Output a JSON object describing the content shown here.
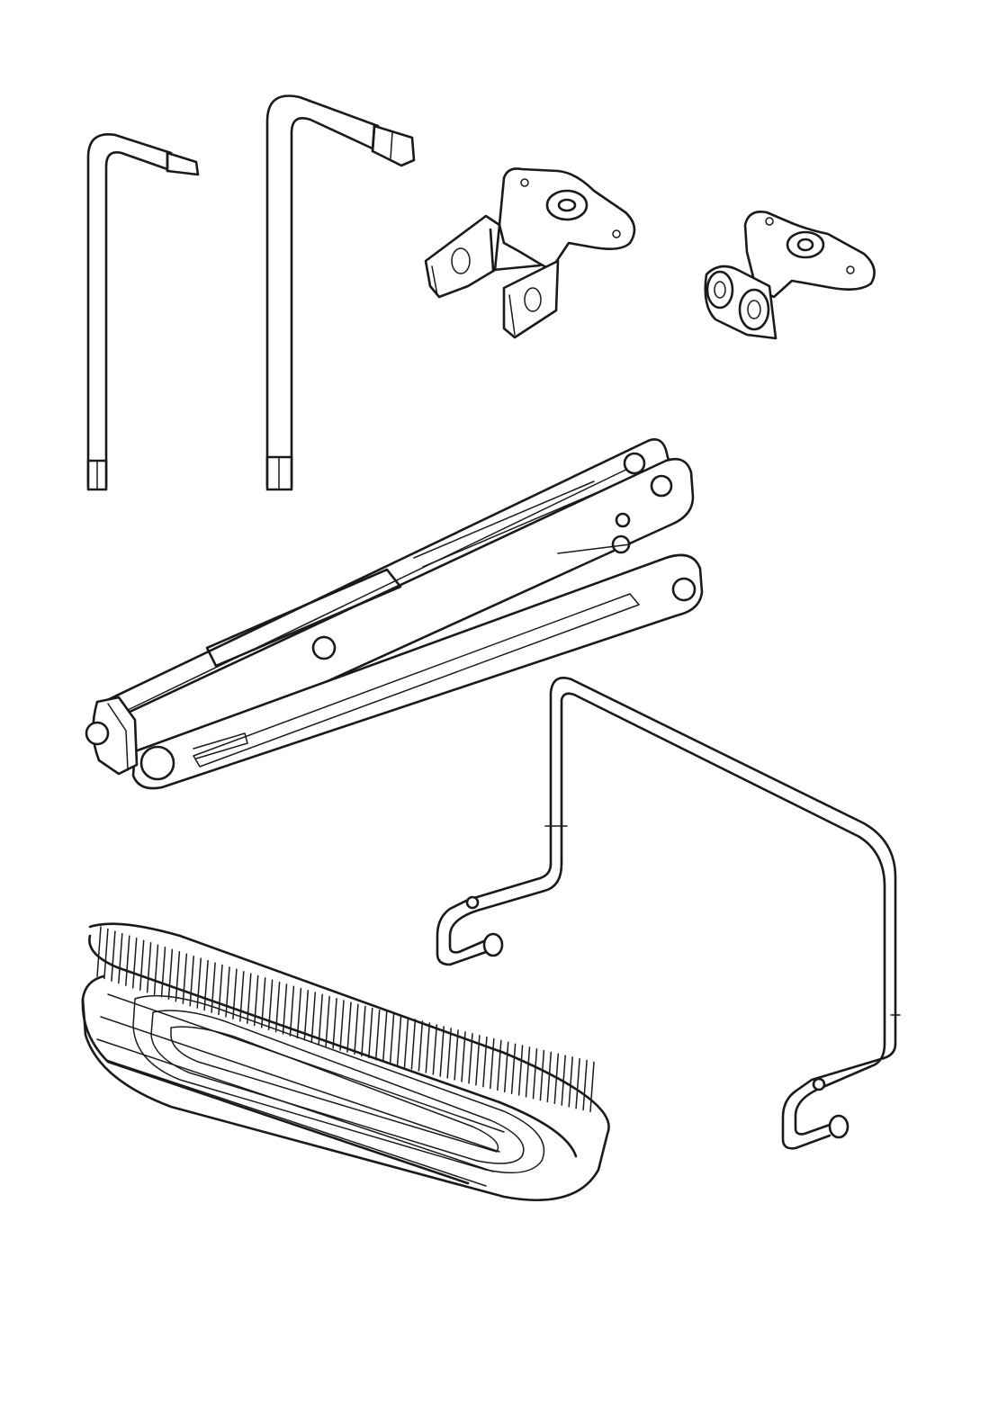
{
  "drawing": {
    "parts": [
      {
        "id": "hex-key-small",
        "icon": "hex-key-icon"
      },
      {
        "id": "hex-key-large",
        "icon": "hex-key-icon"
      },
      {
        "id": "bracket-clip",
        "icon": "bracket-icon"
      },
      {
        "id": "bracket-eyelet",
        "icon": "bracket-icon"
      },
      {
        "id": "folding-arm",
        "icon": "scissor-arm-icon"
      },
      {
        "id": "wire-frame",
        "icon": "wire-frame-icon"
      },
      {
        "id": "strap-coil",
        "icon": "strap-icon"
      }
    ],
    "colors": {
      "line": "#1a1a1a",
      "background": "#ffffff"
    }
  }
}
